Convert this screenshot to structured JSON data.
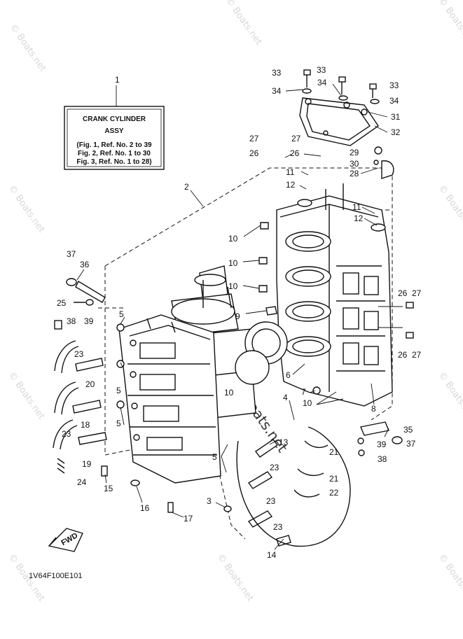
{
  "title_box": {
    "ref": "1",
    "line1": "CRANK CYLINDER",
    "line2": "ASSY",
    "line3": "(Fig. 1, Ref. No. 2 to 39",
    "line4": "Fig. 2, Ref. No. 1 to 30",
    "line5": "Fig. 3, Ref. No. 1 to 28)"
  },
  "diagram_code": "1V64F100E101",
  "fwd_label": "FWD",
  "watermark": "© Boats.net",
  "center_watermark": "© Boats.net",
  "callouts": [
    "2",
    "3",
    "4",
    "5",
    "5",
    "5",
    "5",
    "6",
    "7",
    "8",
    "9",
    "10",
    "10",
    "10",
    "10",
    "10",
    "11",
    "11",
    "12",
    "12",
    "13",
    "14",
    "15",
    "16",
    "17",
    "18",
    "19",
    "20",
    "21",
    "21",
    "22",
    "23",
    "23",
    "23",
    "23",
    "23",
    "24",
    "25",
    "26",
    "26",
    "26",
    "26",
    "27",
    "27",
    "27",
    "27",
    "28",
    "29",
    "30",
    "31",
    "32",
    "33",
    "33",
    "33",
    "34",
    "34",
    "34",
    "35",
    "36",
    "37",
    "37",
    "38",
    "38",
    "39",
    "39"
  ]
}
